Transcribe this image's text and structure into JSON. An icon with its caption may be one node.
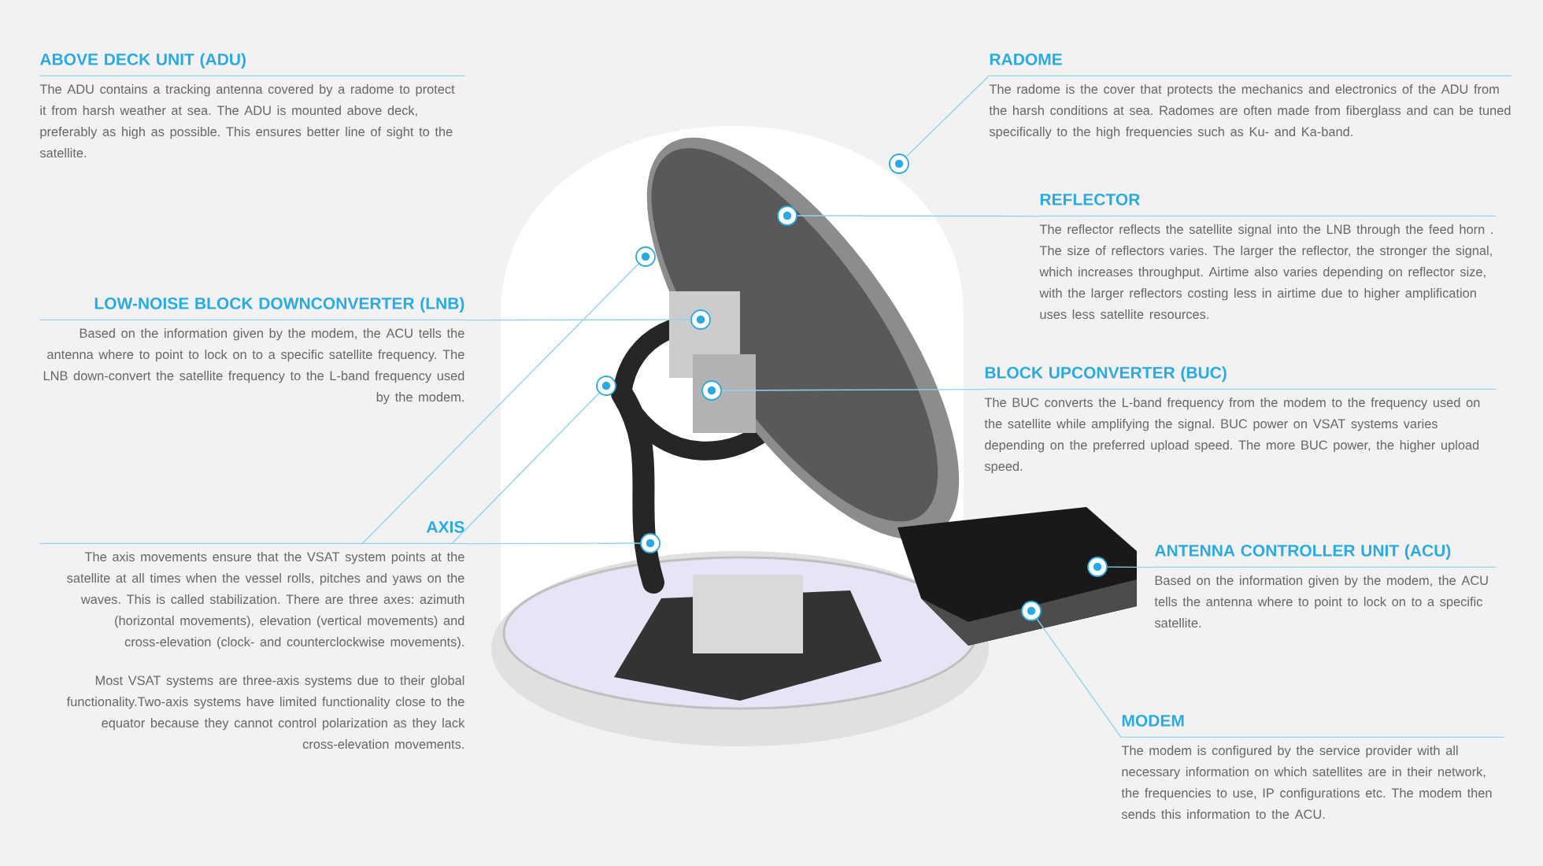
{
  "diagram": {
    "nodes": [
      {
        "text": [
          "ABOVE DECK UNIT (ADU)",
          "The ADU contains a tracking antenna covered by a radome to protect it from harsh weather at sea. The ADU is mounted above deck, preferably as high as possible. This ensures better line of sight to the satellite."
        ]
      },
      {
        "text": [
          "RADOME",
          "The radome is the cover that protects the mechanics and electronics of the ADU from the harsh conditions at sea. Radomes are often made from fiberglass and can be tuned specifically to the high frequencies such as Ku- and Ka-band."
        ]
      },
      {
        "text": [
          "REFLECTOR",
          "The reflector reflects the satellite signal into the LNB through the feed horn . The size of reflectors varies. The larger the reflector, the stronger the signal, which increases throughput. Airtime also varies depending on reflector size, with the larger reflectors costing less in airtime due to higher amplification uses less satellite resources."
        ]
      },
      {
        "text": [
          "LOW-NOISE BLOCK DOWNCONVERTER (LNB)",
          "Based on the information given by the modem, the ACU tells the antenna where to point to lock on to a specific satellite frequency. The LNB down-convert the satellite frequency to the L-band frequency used by the modem."
        ]
      },
      {
        "text": [
          "BLOCK UPCONVERTER (BUC)",
          "The BUC converts the L-band frequency from the modem to the frequency used on the satellite while amplifying the signal. BUC power on VSAT systems varies depending on the preferred upload speed. The more BUC power, the higher upload speed."
        ]
      },
      {
        "text": [
          "AXIS",
          "The axis movements ensure that the VSAT system points at the satellite at all times when the vessel rolls, pitches and yaws on the waves. This is called stabilization. There are three axes: azimuth (horizontal movements), elevation (vertical movements) and cross-elevation (clock- and counterclockwise movements).",
          "Most VSAT systems are three-axis systems due to their global functionality.Two-axis systems have limited functionality close to the equator because they cannot control polarization as they lack cross-elevation movements."
        ]
      },
      {
        "text": [
          "ANTENNA CONTROLLER UNIT (ACU)",
          "Based on the information given by the modem, the ACU tells the antenna where to point to lock on to a specific satellite."
        ]
      },
      {
        "text": [
          "MODEM",
          "The modem is configured by the service provider with all necessary information on which satellites are in their network, the frequencies to use, IP configurations etc. The modem then sends this information to the ACU."
        ]
      },
      {
        "text": [],
        "shape": "circle"
      },
      {
        "text": [],
        "shape": "circle"
      },
      {
        "text": [],
        "shape": "circle"
      },
      {
        "text": [],
        "shape": "circle"
      },
      {
        "text": [],
        "shape": "circle"
      },
      {
        "text": [],
        "shape": "circle"
      },
      {
        "text": [],
        "shape": "circle"
      },
      {
        "text": [],
        "shape": "circle"
      },
      {
        "text": [],
        "shape": "circle"
      }
    ],
    "edges": [
      {
        "from": 1,
        "to": 14,
        "arrow": "none"
      },
      {
        "from": 2,
        "to": 13,
        "arrow": "none"
      },
      {
        "from": 3,
        "to": 11,
        "arrow": "none"
      },
      {
        "from": 4,
        "to": 12,
        "arrow": "none"
      },
      {
        "from": 5,
        "to": 9,
        "arrow": "none"
      },
      {
        "from": 5,
        "to": 8,
        "arrow": "none"
      },
      {
        "from": 5,
        "to": 10,
        "arrow": "none"
      },
      {
        "from": 6,
        "to": 16,
        "arrow": "none"
      },
      {
        "from": 7,
        "to": 15,
        "arrow": "none"
      }
    ]
  }
}
